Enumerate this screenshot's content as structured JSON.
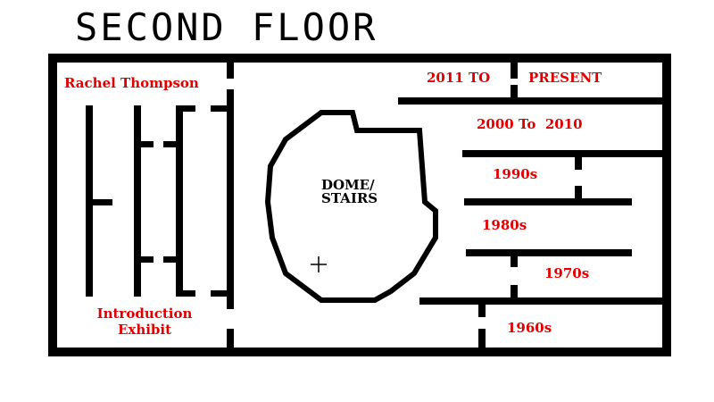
{
  "title": "SECOND FLOOR",
  "rooms": {
    "rachel_thompson": "Rachel Thompson",
    "introduction": {
      "line1": "Introduction",
      "line2": "Exhibit"
    },
    "dome": {
      "line1": "DOME/",
      "line2": "STAIRS"
    },
    "era_2011": {
      "part1": "2011 TO",
      "part2": "PRESENT"
    },
    "era_2000": "2000 To  2010",
    "era_1990": "1990s",
    "era_1980": "1980s",
    "era_1970": "1970s",
    "era_1960": "1960s"
  },
  "colors": {
    "wall": "#000000",
    "label": "#e00000",
    "background": "#ffffff"
  },
  "icons": {
    "cursor": "crosshair-icon"
  }
}
